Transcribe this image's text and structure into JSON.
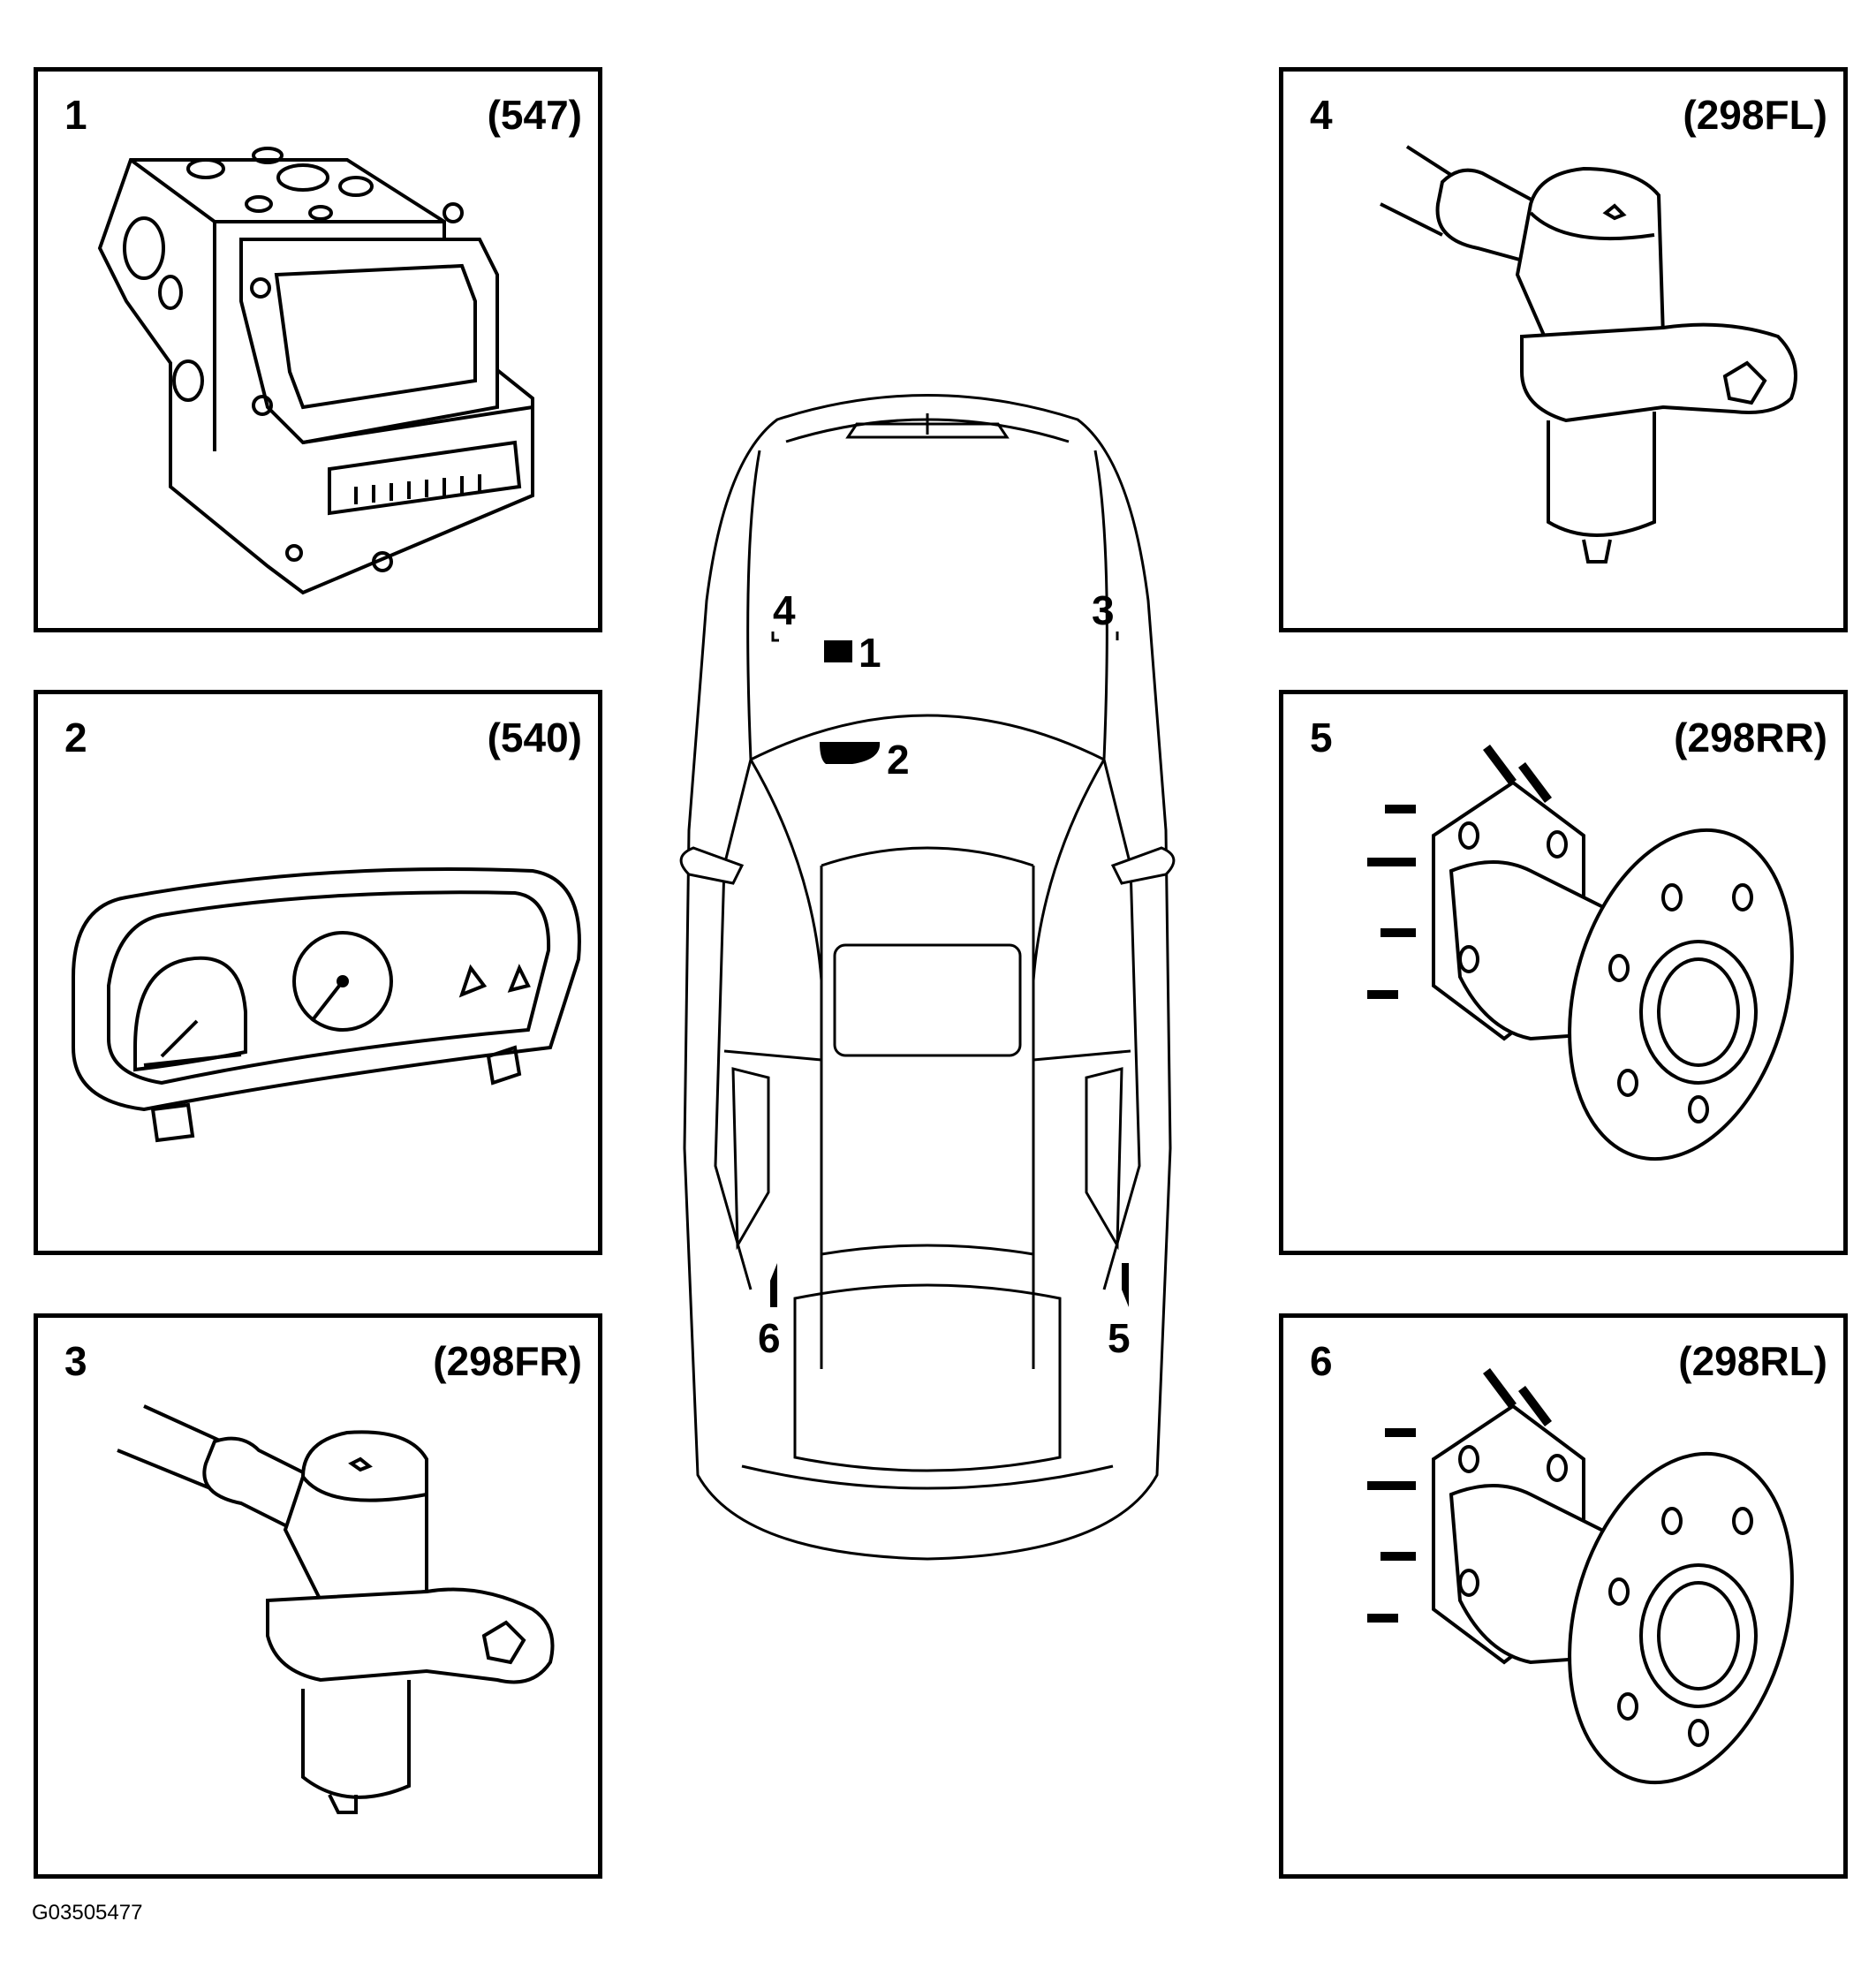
{
  "components": [
    {
      "number": "1",
      "code": "(547)",
      "icon": "abs-hydraulic-unit-icon"
    },
    {
      "number": "2",
      "code": "(540)",
      "icon": "instrument-cluster-icon"
    },
    {
      "number": "3",
      "code": "(298FR)",
      "icon": "wheel-speed-sensor-icon"
    },
    {
      "number": "4",
      "code": "(298FL)",
      "icon": "wheel-speed-sensor-icon"
    },
    {
      "number": "5",
      "code": "(298RR)",
      "icon": "wheel-hub-icon"
    },
    {
      "number": "6",
      "code": "(298RL)",
      "icon": "wheel-hub-icon"
    }
  ],
  "car_labels": [
    "1",
    "2",
    "3",
    "4",
    "5",
    "6"
  ],
  "reference": "G03505477"
}
